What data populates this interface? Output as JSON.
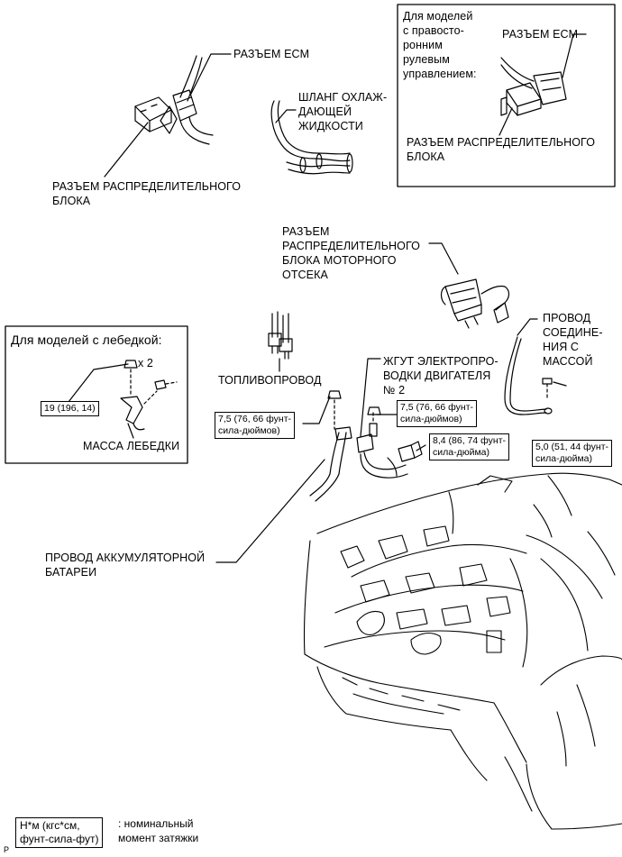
{
  "labels": {
    "ecm_connector": "РАЗЪЕМ ECM",
    "junction_block_connector": "РАЗЪЕМ РАСПРЕДЕЛИТЕЛЬНОГО\nБЛОКА",
    "coolant_hose": "ШЛАНГ ОХЛАЖ-\nДАЮЩЕЙ\nЖИДКОСТИ",
    "engine_room_jb_connector": "РАЗЪЕМ\nРАСПРЕДЕЛИТЕЛЬНОГО\nБЛОКА МОТОРНОГО\nОТСЕКА",
    "fuel_line": "ТОПЛИВОПРОВОД",
    "engine_wire_harness": "ЖГУТ ЭЛЕКТРОПРО-\nВОДКИ ДВИГАТЕЛЯ\n№ 2",
    "ground_wire": "ПРОВОД\nСОЕДИНЕ-\nНИЯ С\nМАССОЙ",
    "battery_cable": "ПРОВОД АККУМУЛЯТОРНОЙ\nБАТАРЕИ",
    "page_marker": "P"
  },
  "rhd_inset": {
    "title": "Для моделей\nс правосто-\nронним\nрулевым\nуправлением:",
    "ecm_connector": "РАЗЪЕМ ECM",
    "junction_block_connector": "РАЗЪЕМ РАСПРЕДЕЛИТЕЛЬНОГО\nБЛОКА"
  },
  "winch_inset": {
    "title": "Для моделей с лебедкой:",
    "quantity": "x 2",
    "torque": "19 (196, 14)",
    "winch_ground": "МАССА ЛЕБЕДКИ"
  },
  "torques": {
    "t1": "7,5 (76, 66 фунт-\nсила-дюймов)",
    "t2": "7,5 (76, 66 фунт-\nсила-дюймов)",
    "t3": "8,4 (86, 74 фунт-\nсила-дюйма)",
    "t4": "5,0 (51, 44 фунт-\nсила-дюйма)"
  },
  "legend": {
    "box": "Н*м (кгс*см,\nфунт-сила-фут)",
    "text": ": номинальный\nмомент затяжки"
  }
}
